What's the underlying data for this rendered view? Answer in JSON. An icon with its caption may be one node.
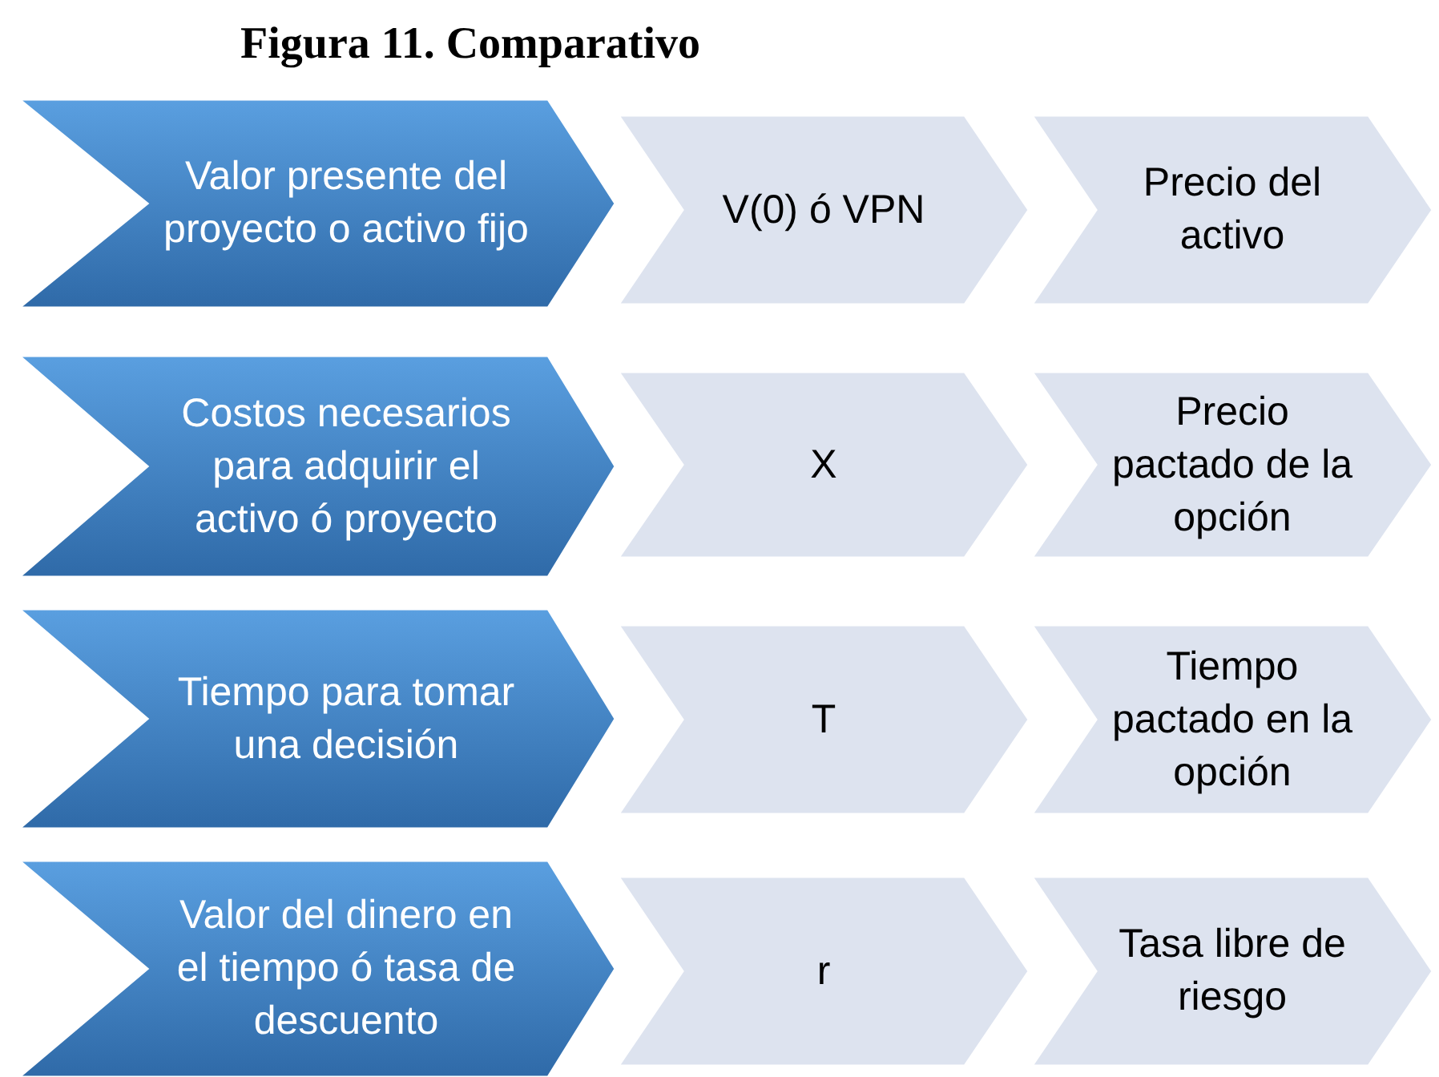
{
  "diagram": {
    "title": "Figura 11. Comparativo",
    "nodes": [
      {
        "text": [
          "Valor presente del proyecto o activo fijo"
        ]
      },
      {
        "text": [
          "V(0) ó VPN"
        ]
      },
      {
        "text": [
          "Precio del activo"
        ]
      },
      {
        "text": [
          "Costos necesarios para adquirir el activo ó proyecto"
        ]
      },
      {
        "text": [
          "X"
        ]
      },
      {
        "text": [
          "Precio pactado de la opción"
        ]
      },
      {
        "text": [
          "Tiempo para tomar una decisión"
        ]
      },
      {
        "text": [
          "T"
        ]
      },
      {
        "text": [
          "Tiempo pactado en la opción"
        ]
      },
      {
        "text": [
          "Valor del dinero en el tiempo ó tasa de descuento"
        ]
      },
      {
        "text": [
          "r"
        ]
      },
      {
        "text": [
          "Tasa libre de riesgo"
        ]
      }
    ]
  }
}
